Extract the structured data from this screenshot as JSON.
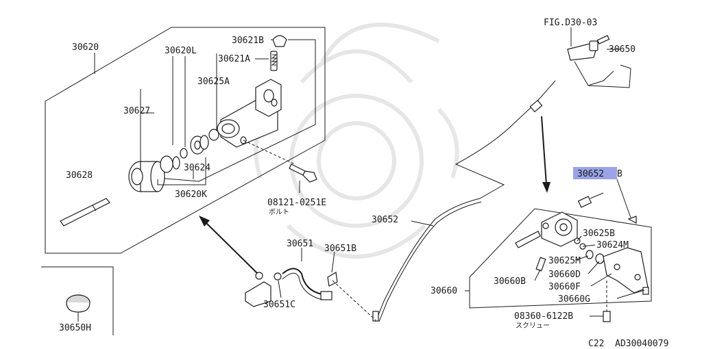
{
  "figure_ref": "FIG.D30-03",
  "part_numbers": {
    "p30620": "30620",
    "p30620L": "30620L",
    "p30621B": "30621B",
    "p30621A": "30621A",
    "p30625A": "30625A",
    "p30627": "30627",
    "p30624": "30624",
    "p30620K": "30620K",
    "p30628": "30628",
    "p08121": "08121-0251E",
    "p30650": "30650",
    "p30652B": "30652B",
    "p30652": "30652",
    "p30651": "30651",
    "p30651B": "30651B",
    "p30651C": "30651C",
    "p30625B": "30625B",
    "p30624M": "30624M",
    "p30625M": "30625M",
    "p30660D": "30660D",
    "p30660F": "30660F",
    "p30660G": "30660G",
    "p30660B": "30660B",
    "p30660": "30660",
    "p08360": "08360-6122B",
    "p30650H": "30650H"
  },
  "japanese_notes": {
    "bolt": "ボルト",
    "screw": "スクリュー"
  },
  "highlight": {
    "text": "30652",
    "color": "#9aa3e6"
  },
  "footer_code": "C22  AD30040079"
}
